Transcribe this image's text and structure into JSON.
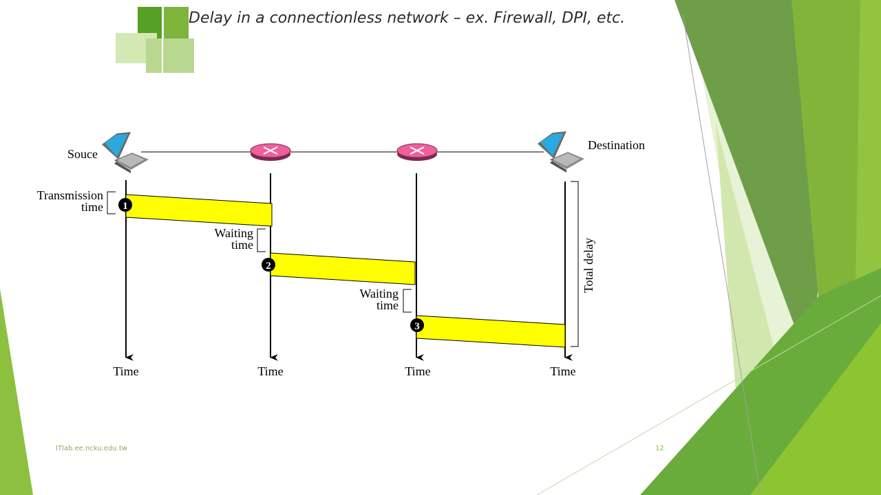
{
  "slide": {
    "title": "Delay in a connectionless network – ex. Firewall, DPI, etc.",
    "footer": "ITlab.ee.ncku.edu.tw",
    "page_number": "12"
  },
  "diagram": {
    "nodes": {
      "source_label": "Souce",
      "destination_label": "Destination"
    },
    "labels": {
      "transmission_line1": "Transmission",
      "transmission_line2": "time",
      "waiting1_line1": "Waiting",
      "waiting1_line2": "time",
      "waiting2_line1": "Waiting",
      "waiting2_line2": "time",
      "total_delay": "Total delay"
    },
    "packets": [
      "1",
      "2",
      "3"
    ],
    "time_labels": [
      "Time",
      "Time",
      "Time",
      "Time"
    ]
  },
  "colors": {
    "packet_fill": "#ffff00",
    "router_fill": "#ee5f9b",
    "accent_green": "#8dbb3c",
    "dark_green": "#6e9b3e"
  }
}
